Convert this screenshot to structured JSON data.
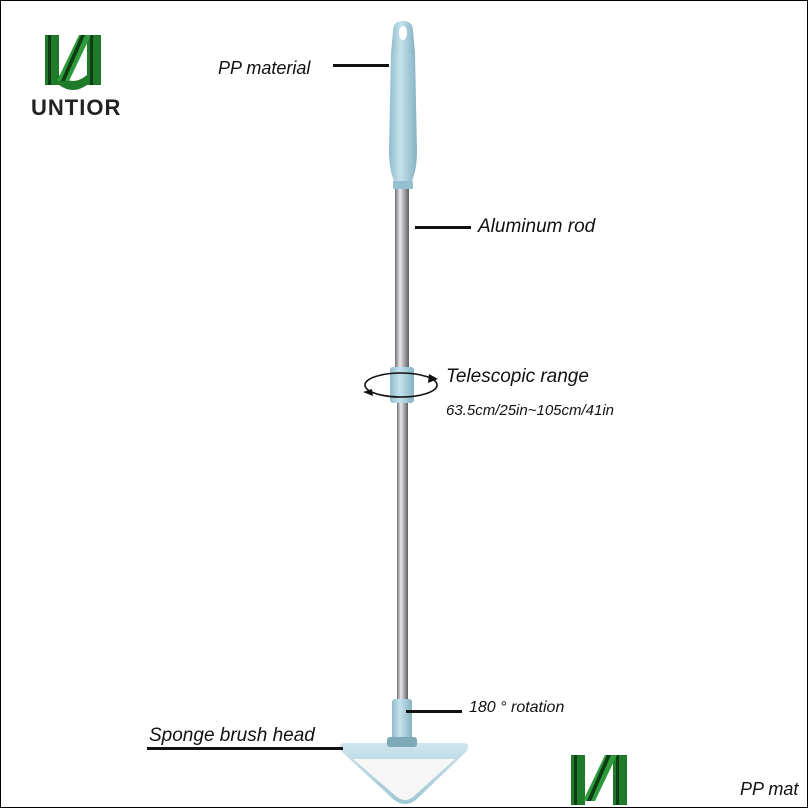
{
  "brand": {
    "name": "UNTIOR",
    "logo_icon": "untior-u-logo",
    "logo_color": "#1f7a2a"
  },
  "labels": {
    "pp_material": "PP material",
    "aluminum_rod": "Aluminum rod",
    "telescopic_range": "Telescopic range",
    "telescopic_values": "63.5cm/25in~105cm/41in",
    "rotation": "180 ° rotation",
    "sponge_head": "Sponge brush head",
    "pp_material_partial": "PP mat"
  },
  "product": {
    "handle_color": "#a9cfdc",
    "rod_color": "#b8b8bc"
  }
}
